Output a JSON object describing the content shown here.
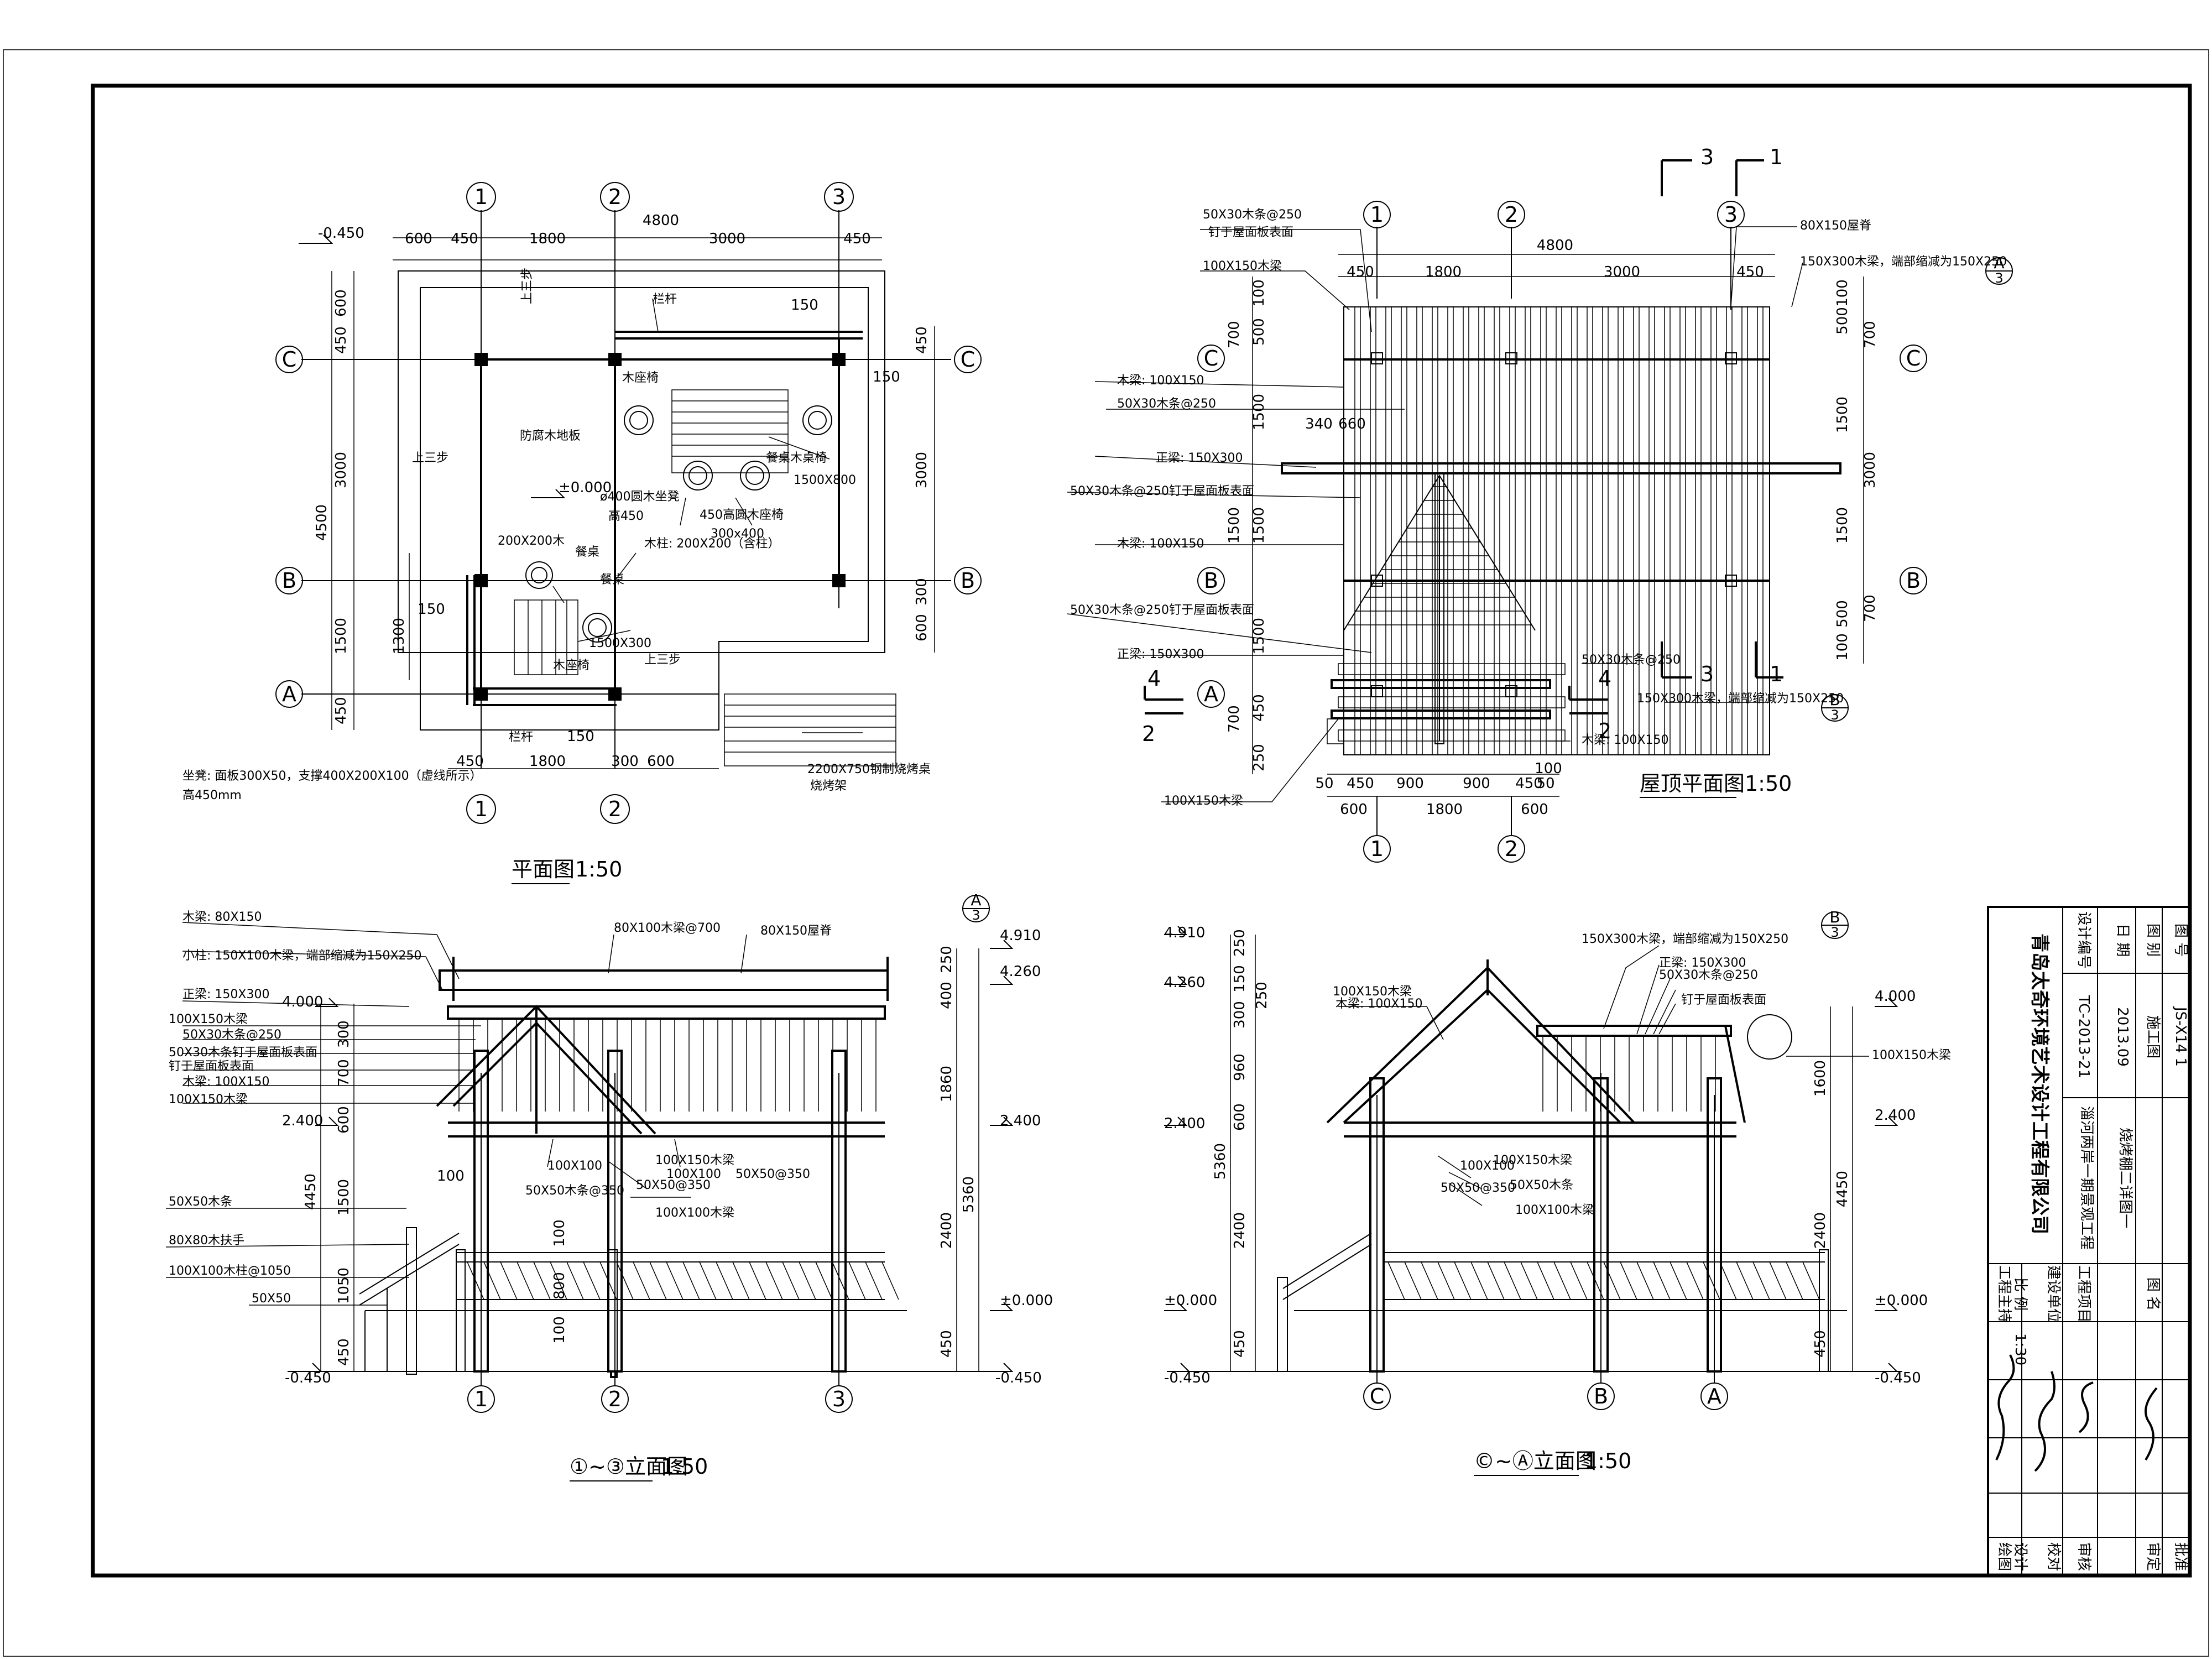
{
  "plan": {
    "title": "平面图",
    "scale": "1:50",
    "dims_top": [
      "600",
      "450",
      "1800",
      "3000",
      "450"
    ],
    "overall_top": "4800",
    "dims_bottom": [
      "450",
      "1800",
      "300",
      "600"
    ],
    "dims_left": [
      "600",
      "450",
      "3000",
      "1500",
      "450"
    ],
    "overall_left": "4500",
    "dim_1300": "1300",
    "dims_right": [
      "450",
      "3000",
      "300",
      "600"
    ],
    "dim_150a": "150",
    "dim_150b": "150",
    "dim_150c": "150",
    "dim_150d": "150",
    "level_m": "-0.450",
    "level_0": "±0.000",
    "axes_num": [
      "1",
      "2",
      "3"
    ],
    "axes_let": [
      "C",
      "B",
      "A"
    ],
    "labels": {
      "railing1": "栏杆",
      "railing2": "栏杆",
      "wood_bench": "木座椅",
      "wood_bench2": "木座椅",
      "anticorrosive_floor": "防腐木地板",
      "up_steps1": "上三步",
      "up_steps2": "上三步",
      "up_steps3": "上三步",
      "table1": "餐桌",
      "table2": "餐桌",
      "wood_table": "餐桌木桌椅",
      "size_1500x800": "1500X800",
      "stool": "ø400圆木坐凳",
      "stool_h": "高450",
      "round_bench": "450高圆木座椅",
      "round_bench_size": "300x400",
      "column": "木柱: 200X200（含柱）",
      "col_200": "200X200木",
      "col_200b": "木柱",
      "seat_note": "坐凳: 面板300X50，支撑400X200X100（虚线所示）",
      "seat_h": "高450mm",
      "size_1500x300": "1500X300",
      "steel_bench": "2200X750钢制烧烤桌",
      "steel_bench2": "烧烤架"
    }
  },
  "roof": {
    "title": "屋顶平面图",
    "scale": "1:50",
    "overall_top": "4800",
    "dims_top": [
      "450",
      "1800",
      "3000",
      "450"
    ],
    "dims_bottom": [
      "50",
      "450",
      "900",
      "900",
      "450",
      "100"
    ],
    "overall_bottom": [
      "600",
      "1800",
      "600"
    ],
    "dim_50b": "50",
    "dims_left": [
      "100",
      "500",
      "700",
      "1500",
      "1500",
      "1500",
      "450",
      "700",
      "250"
    ],
    "dim_340": "340",
    "dim_660": "660",
    "dims_right": [
      "100",
      "500",
      "700",
      "1500",
      "3000",
      "1500",
      "700",
      "500",
      "100"
    ],
    "axes_num": [
      "1",
      "2",
      "3"
    ],
    "axes_let": [
      "C",
      "B",
      "A"
    ],
    "cut": [
      "3",
      "1",
      "3",
      "1",
      "4",
      "4",
      "2",
      "2"
    ],
    "callout_a": "A",
    "callout_a_n": "3",
    "callout_b": "B",
    "callout_b_n": "3",
    "labels": {
      "l1": "50X30木条@250",
      "l1b": "钉于屋面板表面",
      "l2": "100X150木梁",
      "l3": "木梁: 100X150",
      "l4": "50X30木条@250",
      "l5": "正梁: 150X300",
      "l6": "50X30木条@250钉于屋面板表面",
      "l7": "木梁: 100X150",
      "l8": "50X30木条@250钉于屋面板表面",
      "l9": "正梁: 150X300",
      "l10": "100X150木梁",
      "r1": "80X150屋脊",
      "r2": "150X300木梁，端部缩减为150X250",
      "r3": "50X30木条@250",
      "r4": "150X300木梁，端部缩减为150X250",
      "r5": "木梁: 100X150"
    }
  },
  "elev13": {
    "title": "①~③立面图",
    "scale": "1:50",
    "levels": [
      "4.910",
      "4.260",
      "4.000",
      "2.400",
      "±0.000",
      "-0.450",
      "-0.450",
      "2.400"
    ],
    "dims_left": [
      "300",
      "700",
      "600",
      "1500",
      "4450",
      "1050",
      "450",
      "100"
    ],
    "dims_right": [
      "250",
      "400",
      "1860",
      "5360",
      "2400",
      "450"
    ],
    "dims_mid": [
      "100",
      "800",
      "100"
    ],
    "axes_num": [
      "1",
      "2",
      "3"
    ],
    "callout": "A",
    "callout_n": "3",
    "labels": {
      "l1": "木梁: 80X150",
      "l2": "小柱: 150X100木梁，端部缩减为150X250",
      "l3": "正梁: 150X300",
      "l4": "100X150木梁",
      "l5": "50X30木条@250",
      "l6": "50X30木条钉于屋面板表面",
      "l7": "钉于屋面板表面",
      "l8": "木梁: 100X150",
      "l9": "100X150木梁",
      "l10": "50X50木条",
      "l11": "80X80木扶手",
      "l12": "100X100木柱@1050",
      "l13": "50X50",
      "t1": "80X100木梁@700",
      "t2": "80X150屋脊",
      "m1": "100X100",
      "m2": "100X150木梁",
      "m3": "100X100",
      "m4": "50X50@350",
      "m5": "50X50木条@350",
      "m6": "50X50@350",
      "m7": "100X100木梁"
    }
  },
  "elevca": {
    "title": "©~Ⓐ立面图",
    "scale": "1:50",
    "levels": [
      "4.910",
      "4.260",
      "2.400",
      "±0.000",
      "-0.450",
      "4.000",
      "2.400",
      "±0.000",
      "-0.450"
    ],
    "dims_left": [
      "250",
      "150",
      "250",
      "300",
      "960",
      "600",
      "5360",
      "2400",
      "450"
    ],
    "dims_right": [
      "1600",
      "4450",
      "2400",
      "450"
    ],
    "axes_let": [
      "C",
      "B",
      "A"
    ],
    "callout": "B",
    "callout_n": "3",
    "labels": {
      "t1": "150X300木梁，端部缩减为150X250",
      "t2": "正梁: 150X300",
      "t3": "50X30木条@250",
      "t4": "钉于屋面板表面",
      "t5": "100X150木梁",
      "t6": "木梁: 100X150",
      "m1": "100X100",
      "m2": "100X150木梁",
      "m3": "50X50@350",
      "m4": "50X50木条",
      "m5": "100X100木梁",
      "r1": "100X150木梁"
    }
  },
  "titleblock": {
    "company": "青岛太奇环境艺术设计工程有限公司",
    "rows_left": [
      "绘图",
      "设计",
      "校对",
      "审核",
      "审定",
      "批准"
    ],
    "rows_mid": [
      "工程主持",
      "比  例",
      "建设单位",
      "工程项目",
      "图    名"
    ],
    "scale": "1:30",
    "project": "淄河两岸一期景观工程",
    "drawing_name": "烧烤棚二详图一",
    "meta_keys": [
      "设计编号",
      "日    期",
      "图    别",
      "图    号"
    ],
    "meta_vals": [
      "TC-2013-21",
      "2013.09",
      "施工图",
      "JS-X14 1"
    ]
  }
}
